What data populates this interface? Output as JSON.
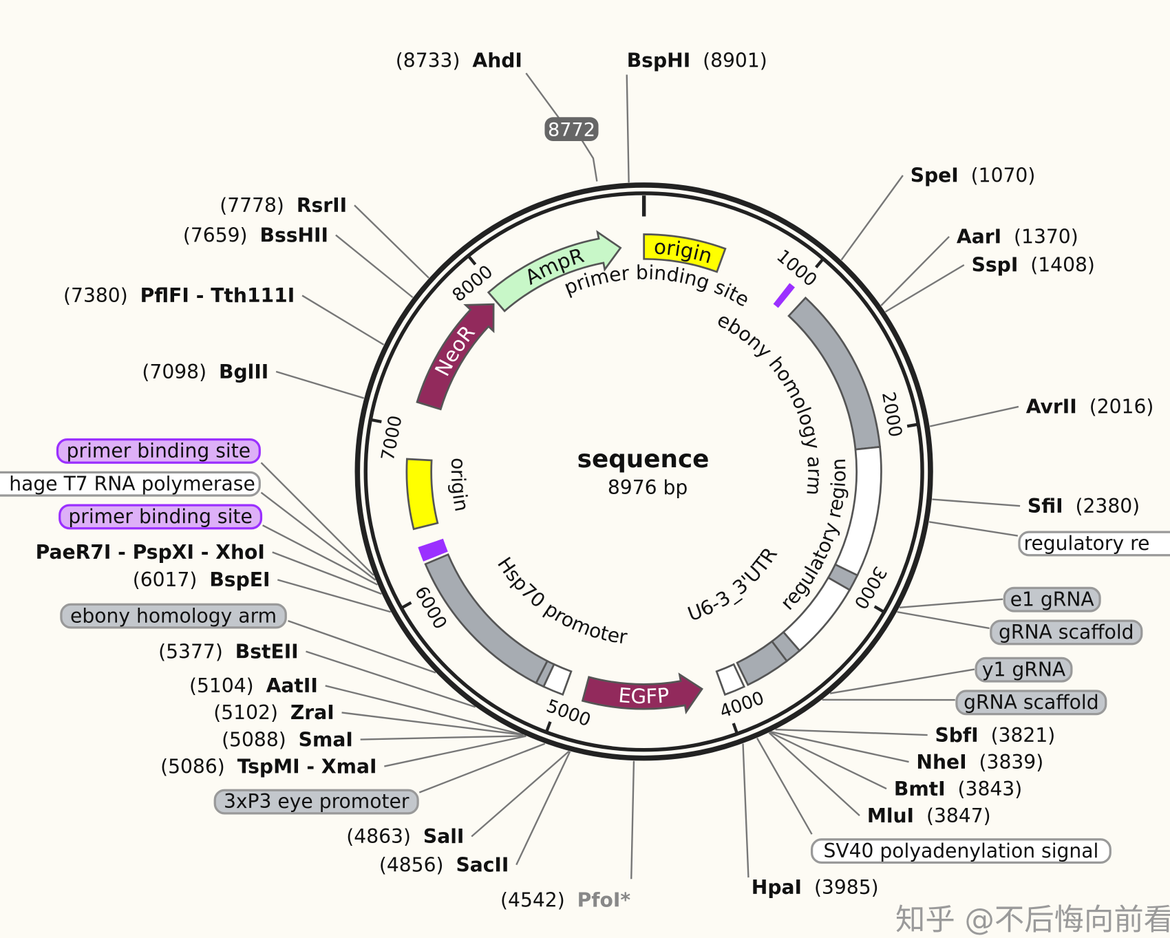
{
  "map": {
    "name": "sequence",
    "length": "8976 bp",
    "total_bp": 8976
  },
  "ticks": [
    "1000",
    "2000",
    "3000",
    "4000",
    "5000",
    "6000",
    "7000",
    "8000"
  ],
  "badge": "8772",
  "enzymes": [
    {
      "name": "AhdI",
      "position": "(8733)"
    },
    {
      "name": "BspHI",
      "position": "(8901)"
    },
    {
      "name": "SpeI",
      "position": "(1070)"
    },
    {
      "name": "AarI",
      "position": "(1370)"
    },
    {
      "name": "SspI",
      "position": "(1408)"
    },
    {
      "name": "AvrII",
      "position": "(2016)"
    },
    {
      "name": "SfiI",
      "position": "(2380)"
    },
    {
      "name": "SbfI",
      "position": "(3821)"
    },
    {
      "name": "NheI",
      "position": "(3839)"
    },
    {
      "name": "BmtI",
      "position": "(3843)"
    },
    {
      "name": "MluI",
      "position": "(3847)"
    },
    {
      "name": "HpaI",
      "position": "(3985)"
    },
    {
      "name": "PfoI*",
      "position": "(4542)"
    },
    {
      "name": "SacII",
      "position": "(4856)"
    },
    {
      "name": "SalI",
      "position": "(4863)"
    },
    {
      "name": "TspMI - XmaI",
      "position": "(5086)"
    },
    {
      "name": "SmaI",
      "position": "(5088)"
    },
    {
      "name": "ZraI",
      "position": "(5102)"
    },
    {
      "name": "AatII",
      "position": "(5104)"
    },
    {
      "name": "BstEII",
      "position": "(5377)"
    },
    {
      "name": "BspEI",
      "position": "(6017)"
    },
    {
      "name": "PaeR7I - PspXI - XhoI",
      "position": ""
    },
    {
      "name": "BglII",
      "position": "(7098)"
    },
    {
      "name": "PflFI - Tth111I",
      "position": "(7380)"
    },
    {
      "name": "BssHII",
      "position": "(7659)"
    },
    {
      "name": "RsrII",
      "position": "(7778)"
    }
  ],
  "feature_labels": [
    {
      "text": "primer binding site",
      "style": "purple"
    },
    {
      "text": "hage T7 RNA polymerase",
      "style": "white"
    },
    {
      "text": "primer binding site",
      "style": "purple"
    },
    {
      "text": "ebony homology arm",
      "style": "gray"
    },
    {
      "text": "3xP3 eye promoter",
      "style": "gray"
    },
    {
      "text": "SV40 polyadenylation signal",
      "style": "white"
    },
    {
      "text": "e1 gRNA",
      "style": "gray"
    },
    {
      "text": "gRNA scaffold",
      "style": "gray"
    },
    {
      "text": "y1 gRNA",
      "style": "gray"
    },
    {
      "text": "gRNA scaffold",
      "style": "gray"
    },
    {
      "text": "regulatory re",
      "style": "white"
    }
  ],
  "features": [
    {
      "label": "origin",
      "start": 0,
      "end": 500,
      "type": "box",
      "color": "#ffff00",
      "text_inside": true
    },
    {
      "label": "primer binding site",
      "start": 945,
      "end": 975,
      "type": "box",
      "color": "#9b30ff"
    },
    {
      "label": "ebony homology arm",
      "start": 1070,
      "end": 2095,
      "type": "box",
      "color": "#a7acb2"
    },
    {
      "label": "regulatory region",
      "start": 2095,
      "end": 2890,
      "type": "box",
      "color": "#ffffff"
    },
    {
      "label": "",
      "start": 2890,
      "end": 2990,
      "type": "box",
      "color": "#a7acb2"
    },
    {
      "label": "",
      "start": 2990,
      "end": 3466,
      "type": "box",
      "color": "#ffffff"
    },
    {
      "label": "",
      "start": 3466,
      "end": 3565,
      "type": "box",
      "color": "#a7acb2"
    },
    {
      "label": "U6-3_3'UTR",
      "start": 3565,
      "end": 3840,
      "type": "box",
      "color": "#a7acb2"
    },
    {
      "label": "",
      "start": 3865,
      "end": 3990,
      "type": "box",
      "color": "#ffffff"
    },
    {
      "label": "EGFP",
      "start": 4115,
      "end": 4862,
      "type": "reverse",
      "color": "#922a5c",
      "text_inside": true
    },
    {
      "label": "",
      "start": 4987,
      "end": 5112,
      "type": "box",
      "color": "#ffffff"
    },
    {
      "label": "",
      "start": 5112,
      "end": 5162,
      "type": "box",
      "color": "#a7acb2"
    },
    {
      "label": "Hsp70 promoter",
      "start": 5162,
      "end": 6160,
      "type": "box",
      "color": "#a7acb2"
    },
    {
      "label": "",
      "start": 6185,
      "end": 6205,
      "type": "box",
      "color": "#9b30ff"
    },
    {
      "label": "",
      "start": 6215,
      "end": 6235,
      "type": "box",
      "color": "#9b30ff"
    },
    {
      "label": "",
      "start": 6245,
      "end": 6265,
      "type": "box",
      "color": "#9b30ff"
    },
    {
      "label": "origin",
      "start": 6383,
      "end": 6808,
      "type": "box",
      "color": "#ffff00"
    },
    {
      "label": "NeoR",
      "start": 7157,
      "end": 7930,
      "type": "forward",
      "color": "#922a5c",
      "text_inside": true
    },
    {
      "label": "AmpR",
      "start": 7955,
      "end": 8827,
      "type": "forward",
      "color": "#c8f7c8",
      "text_inside": true
    }
  ],
  "inner_labels": [
    "primer binding site",
    "ebony homology arm",
    "regulatory region",
    "U6-3_3'UTR",
    "Hsp70 promoter",
    "origin"
  ],
  "watermark": "知乎 @不后悔向前看"
}
